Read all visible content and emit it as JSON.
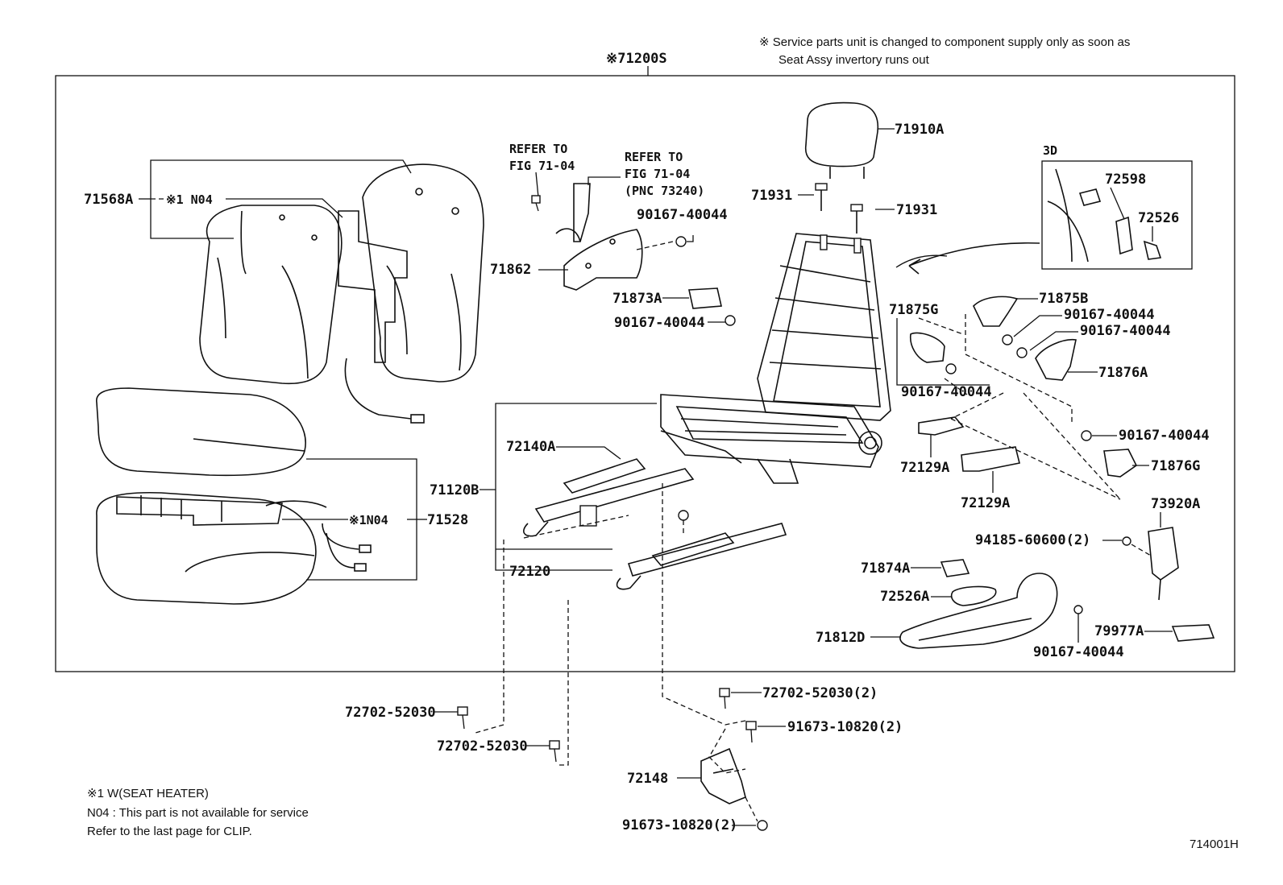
{
  "header": {
    "service_note_line1": "※ Service parts unit is changed to component supply only as soon as",
    "service_note_line2": "Seat Assy invertory runs out",
    "assembly_label": "※71200S"
  },
  "labels": {
    "p71910A": "71910A",
    "p71931a": "71931",
    "p71931b": "71931",
    "p71568A": "71568A",
    "p1N04_top": "※1 N04",
    "refer1_l1": "REFER TO",
    "refer1_l2": "FIG 71-04",
    "refer2_l1": "REFER TO",
    "refer2_l2": "FIG 71-04",
    "refer2_l3": "(PNC 73240)",
    "p90167_a": "90167-40044",
    "p71862": "71862",
    "p71873A": "71873A",
    "p90167_b": "90167-40044",
    "inset_3d": "3D",
    "p72598": "72598",
    "p72526": "72526",
    "p71875G": "71875G",
    "p71875B": "71875B",
    "p90167_c": "90167-40044",
    "p90167_d": "90167-40044",
    "p71876A": "71876A",
    "p90167_e": "90167-40044",
    "p72140A": "72140A",
    "p71120B": "71120B",
    "p72129A_a": "72129A",
    "p72129A_b": "72129A",
    "p90167_f": "90167-40044",
    "p71876G": "71876G",
    "p1N04_bottom": "※1N04",
    "p71528": "71528",
    "p73920A": "73920A",
    "p94185": "94185-60600(2)",
    "p72120": "72120",
    "p71874A": "71874A",
    "p72526A": "72526A",
    "p71812D": "71812D",
    "p79977A": "79977A",
    "p90167_g": "90167-40044",
    "p72702_a": "72702-52030",
    "p72702_b": "72702-52030",
    "p72702_c": "72702-52030(2)",
    "p91673_a": "91673-10820(2)",
    "p72148": "72148",
    "p91673_b": "91673-10820(2)"
  },
  "footer": {
    "note1": "※1  W(SEAT HEATER)",
    "note2": "N04 : This part is not available for service",
    "note3": "Refer to the last page for CLIP.",
    "figure_code": "714001H"
  }
}
